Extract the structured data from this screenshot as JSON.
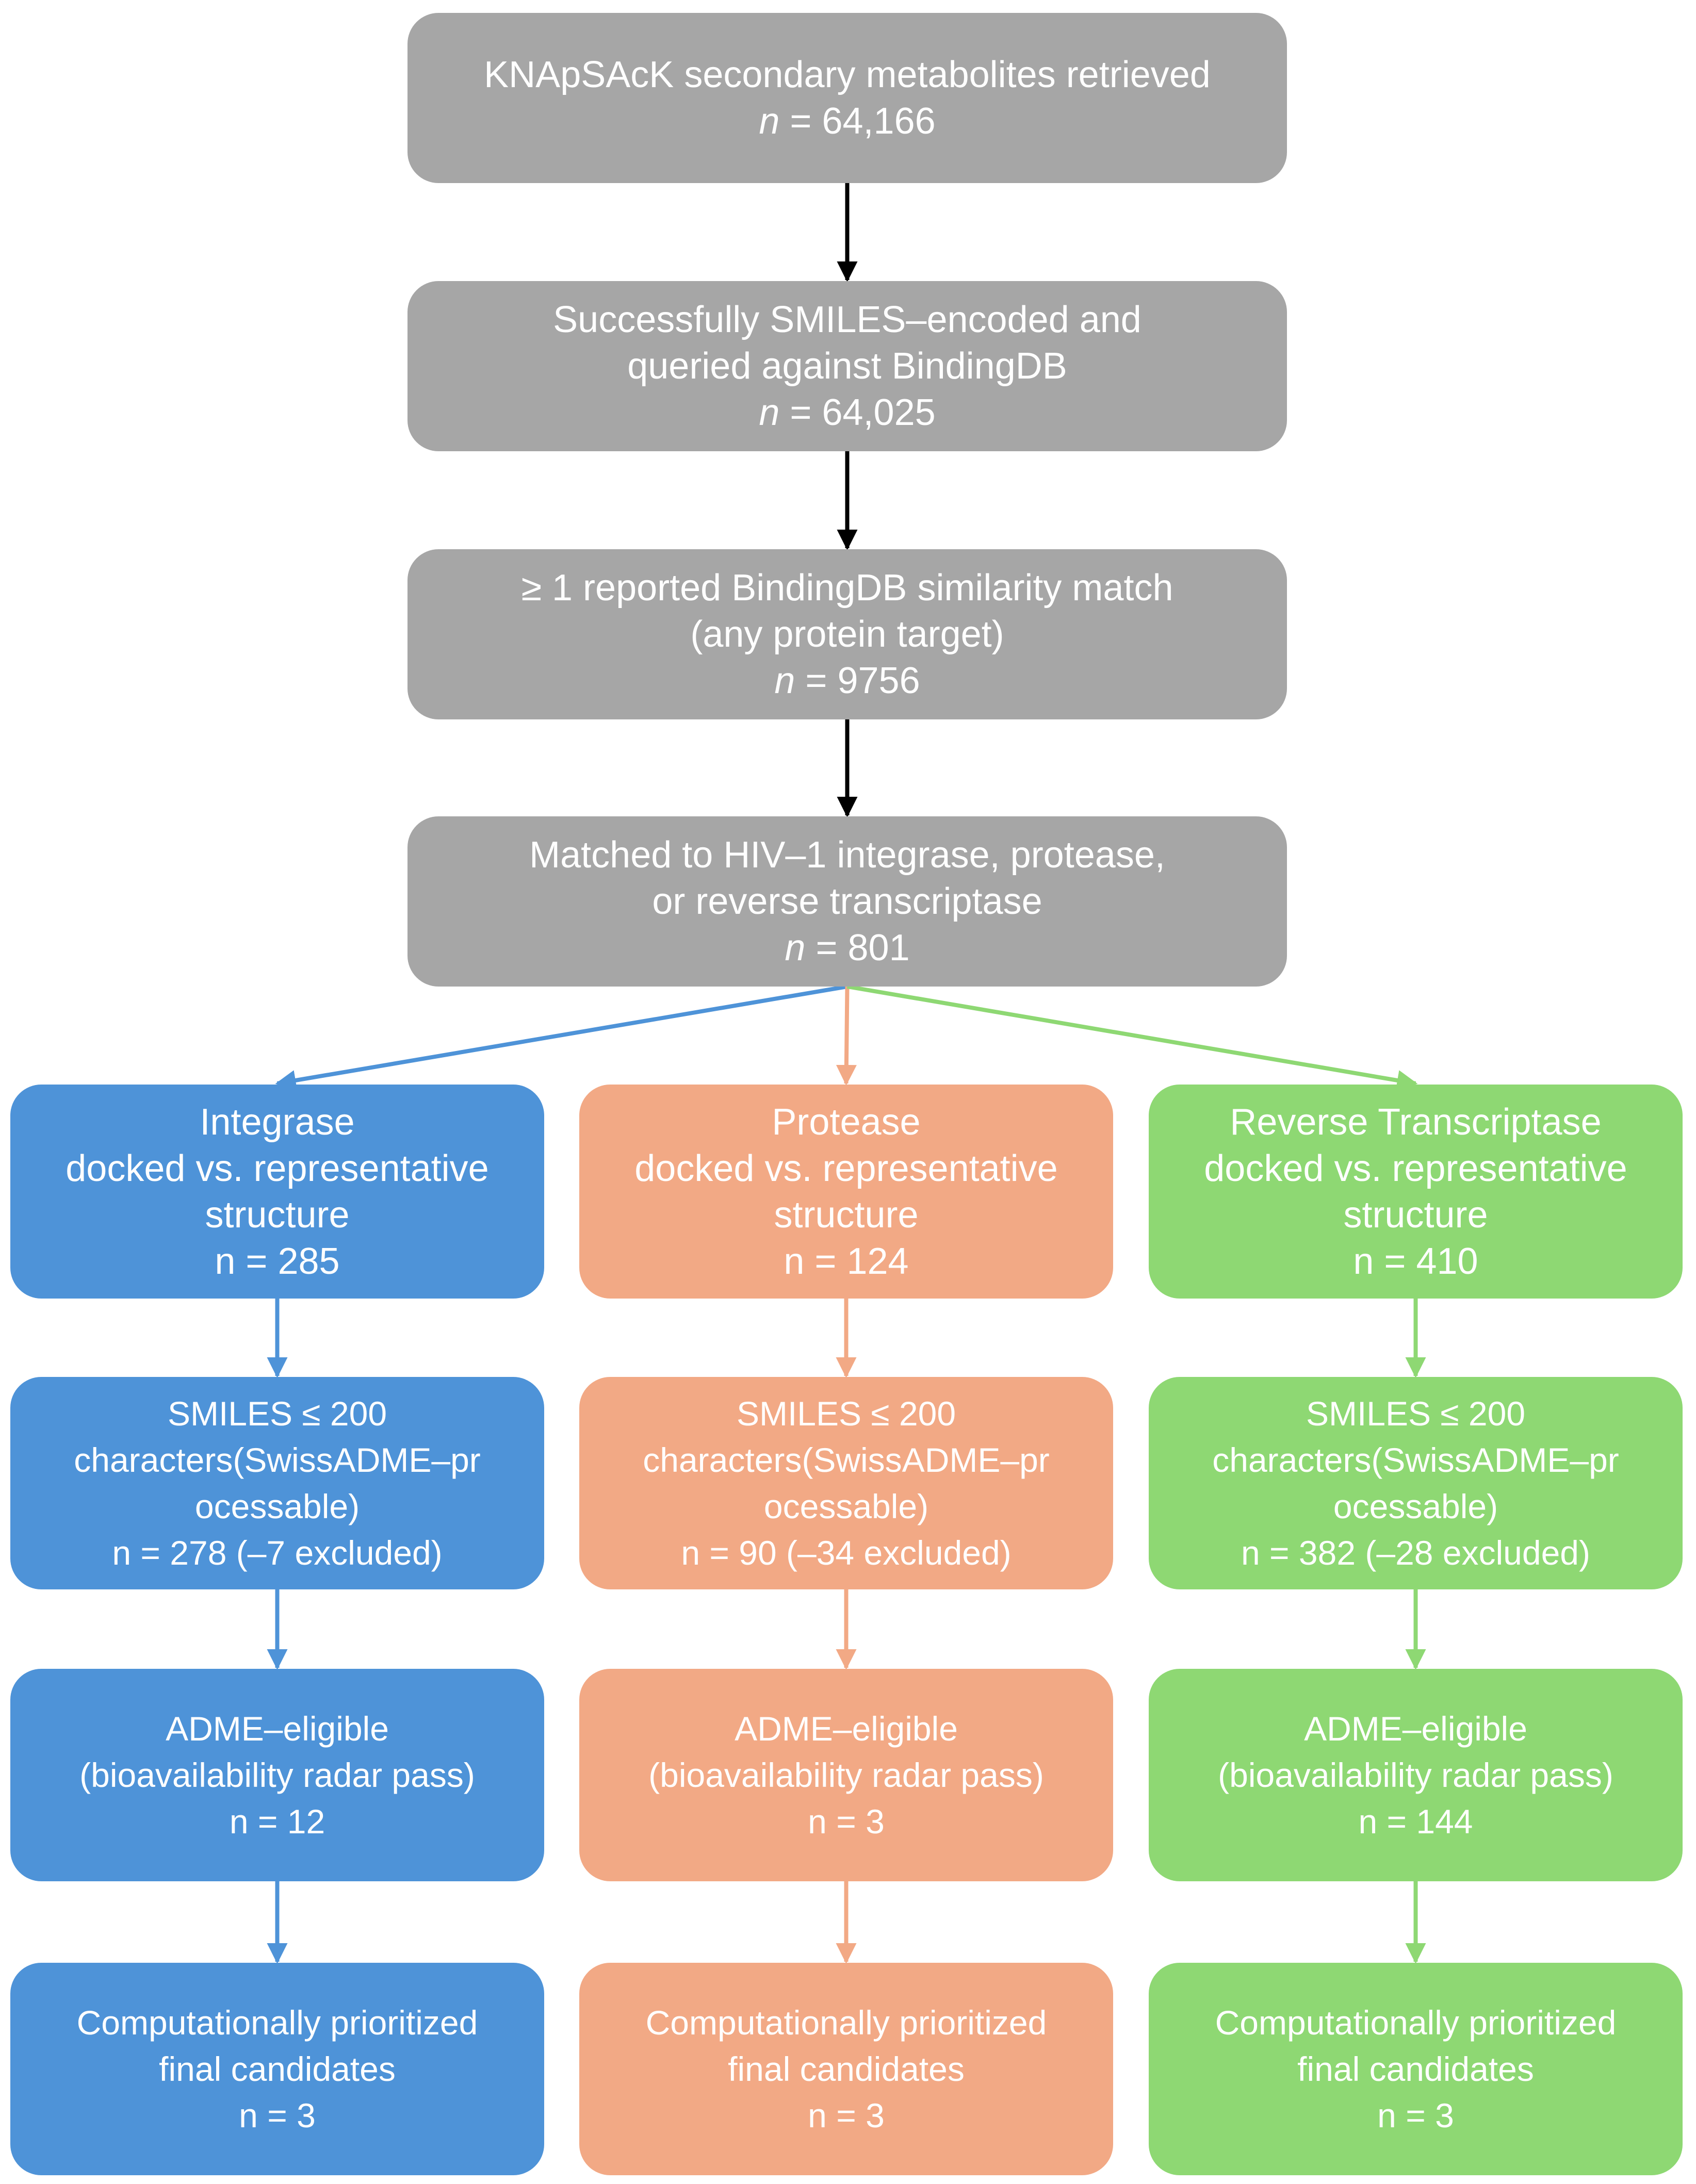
{
  "colors": {
    "gray": "#A6A6A6",
    "integrase": "#4E93D8",
    "protease": "#F2A985",
    "rt": "#8ED873",
    "arrow_black": "#000000"
  },
  "top": [
    {
      "lines": [
        "KNApSAcK secondary metabolites retrieved"
      ],
      "count": "= 64,166"
    },
    {
      "lines": [
        "Successfully SMILES–encoded and",
        "queried against BindingDB"
      ],
      "count": "= 64,025"
    },
    {
      "lines": [
        "≥ 1 reported BindingDB similarity match",
        "(any protein target)"
      ],
      "count": "= 9756"
    },
    {
      "lines": [
        "Matched to HIV–1 integrase, protease,",
        "or reverse transcriptase"
      ],
      "count": "= 801"
    }
  ],
  "count_var": "n",
  "columns": [
    {
      "key": "integrase",
      "boxes": [
        {
          "lines": [
            "Integrase",
            "docked vs. representative",
            "structure",
            "n = 285"
          ]
        },
        {
          "lines": [
            "SMILES ≤ 200",
            "characters(SwissADME–pr",
            "ocessable)",
            "n = 278 (–7 excluded)"
          ]
        },
        {
          "lines": [
            "ADME–eligible",
            "(bioavailability radar pass)",
            "n = 12"
          ]
        },
        {
          "lines": [
            "Computationally prioritized",
            "final candidates",
            "n = 3"
          ]
        }
      ]
    },
    {
      "key": "protease",
      "boxes": [
        {
          "lines": [
            "Protease",
            "docked vs. representative",
            "structure",
            "n = 124"
          ]
        },
        {
          "lines": [
            "SMILES ≤ 200",
            "characters(SwissADME–pr",
            "ocessable)",
            "n = 90 (–34 excluded)"
          ]
        },
        {
          "lines": [
            "ADME–eligible",
            "(bioavailability radar pass)",
            "n = 3"
          ]
        },
        {
          "lines": [
            "Computationally prioritized",
            "final candidates",
            "n = 3"
          ]
        }
      ]
    },
    {
      "key": "rt",
      "boxes": [
        {
          "lines": [
            "Reverse Transcriptase",
            "docked vs. representative",
            "structure",
            "n = 410"
          ]
        },
        {
          "lines": [
            "SMILES ≤ 200",
            "characters(SwissADME–pr",
            "ocessable)",
            "n = 382 (–28 excluded)"
          ]
        },
        {
          "lines": [
            "ADME–eligible",
            "(bioavailability radar pass)",
            "n = 144"
          ]
        },
        {
          "lines": [
            "Computationally prioritized",
            "final candidates",
            "n = 3"
          ]
        }
      ]
    }
  ]
}
